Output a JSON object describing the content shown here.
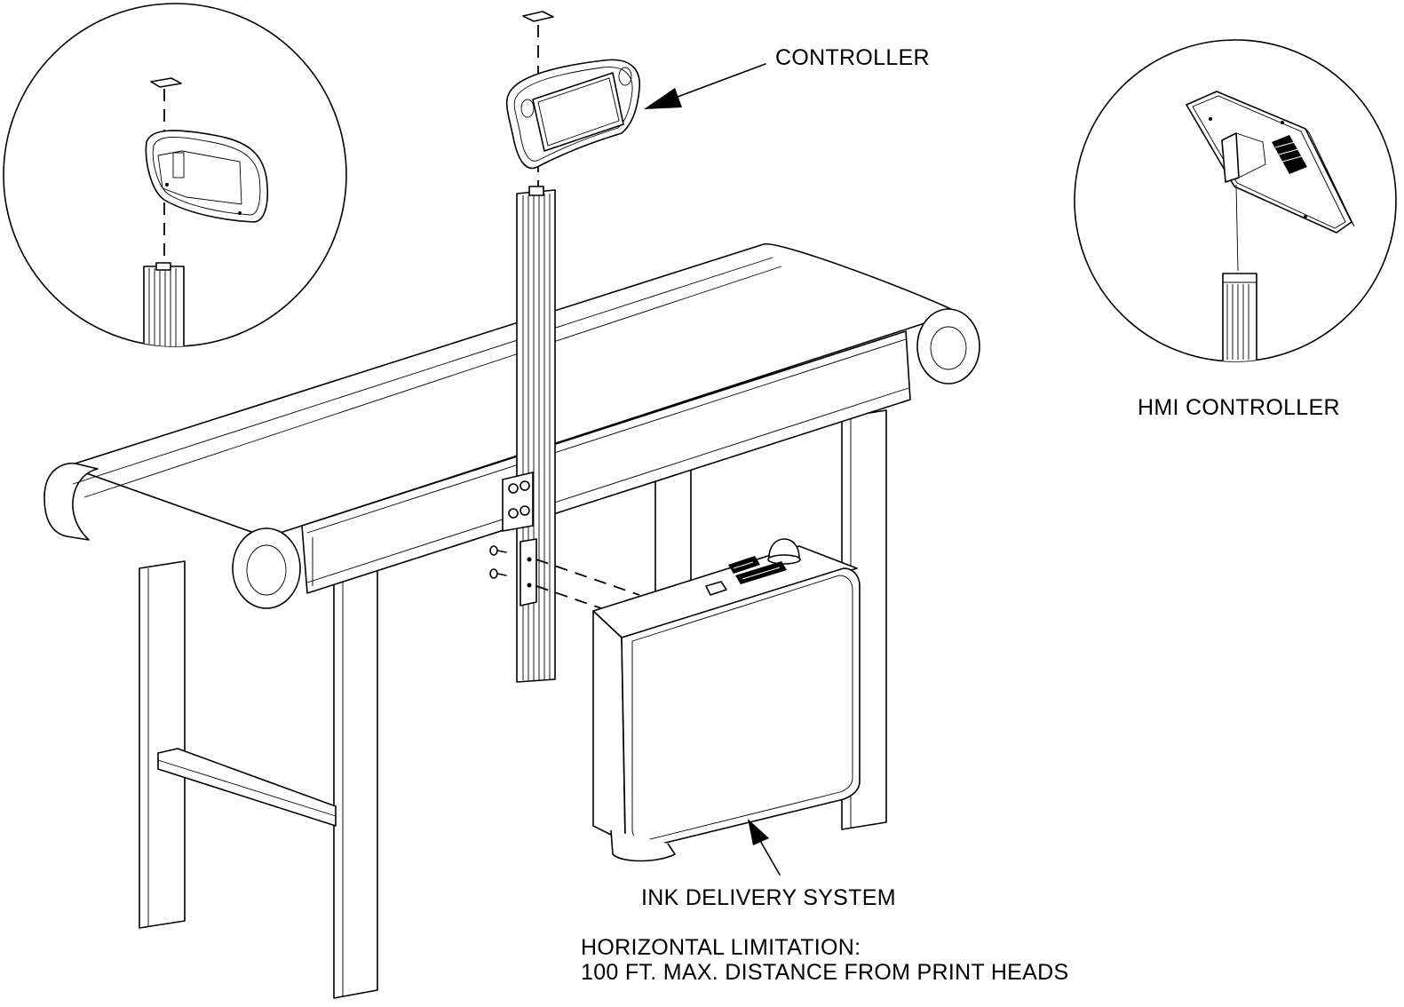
{
  "labels": {
    "controller": "CONTROLLER",
    "hmi_controller": "HMI CONTROLLER",
    "ink_delivery_system": "INK DELIVERY SYSTEM",
    "horizontal_limitation_line1": "HORIZONTAL LIMITATION:",
    "horizontal_limitation_line2": "100 FT. MAX. DISTANCE FROM PRINT HEADS"
  }
}
